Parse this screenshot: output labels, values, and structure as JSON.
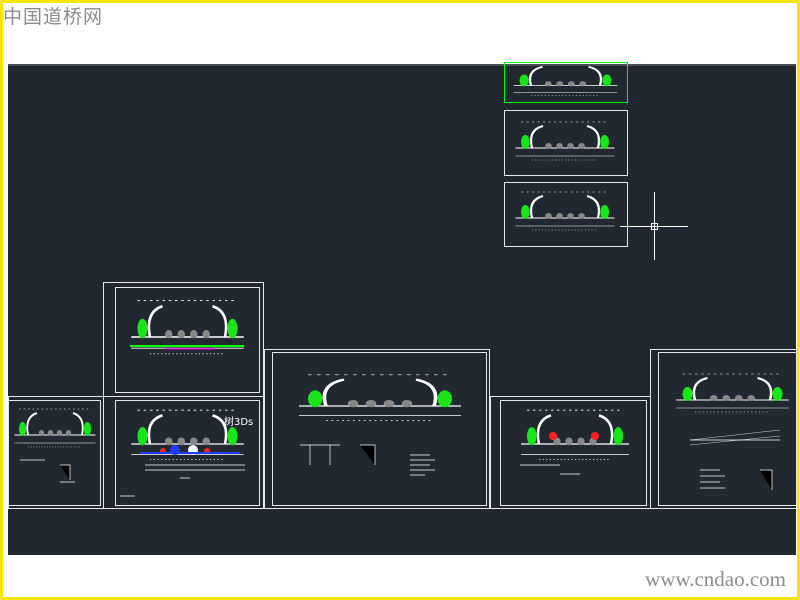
{
  "watermark_top": "中国道桥网",
  "watermark_bottom": "www.cndao.com",
  "drawing": {
    "sheet_label": "树3Ds"
  },
  "colors": {
    "background": "#212830",
    "frame": "#f5e50a",
    "tree": "#19e619",
    "highlight": "#00ff00",
    "lamp": "#ffffff"
  }
}
